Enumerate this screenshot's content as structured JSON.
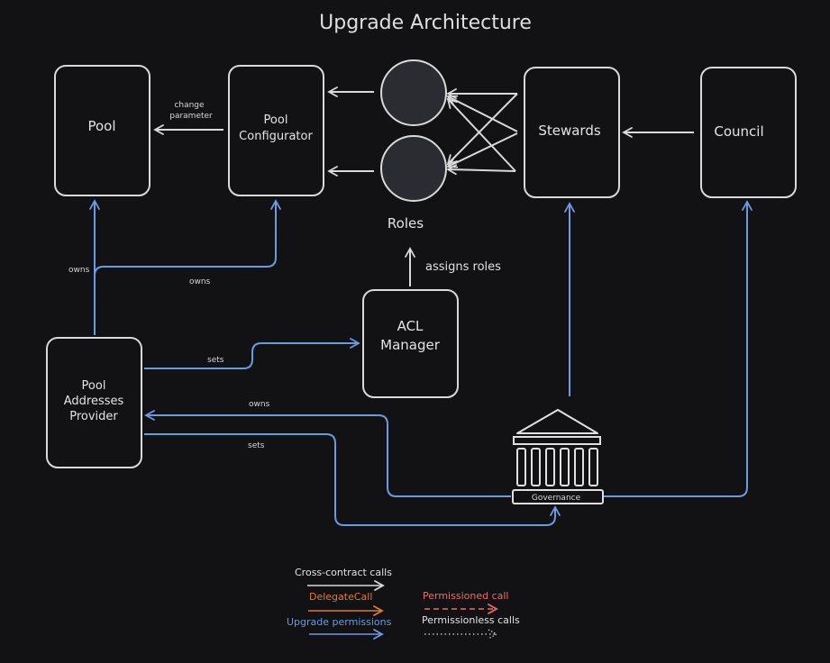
{
  "title": "Upgrade Architecture",
  "nodes": {
    "pool": "Pool",
    "pool_configurator_line1": "Pool",
    "pool_configurator_line2": "Configurator",
    "stewards": "Stewards",
    "council": "Council",
    "roles": "Roles",
    "acl_manager_line1": "ACL",
    "acl_manager_line2": "Manager",
    "pool_addresses_provider_line1": "Pool",
    "pool_addresses_provider_line2": "Addresses",
    "pool_addresses_provider_line3": "Provider",
    "governance": "Governance"
  },
  "edges": {
    "change_parameter_line1": "change",
    "change_parameter_line2": "parameter",
    "owns_pool": "owns",
    "owns_configurator": "owns",
    "sets_acl": "sets",
    "owns_provider": "owns",
    "sets_governance": "sets",
    "assigns_roles": "assigns roles"
  },
  "legend": {
    "cross_contract": "Cross-contract calls",
    "delegate_call": "DelegateCall",
    "upgrade_permissions": "Upgrade permissions",
    "permissioned_call": "Permissioned call",
    "permissionless_calls": "Permissionless calls"
  },
  "colors": {
    "background": "#121214",
    "white_line": "#d9d9d9",
    "blue_line": "#6a9ae0",
    "orange": "#e07b2e",
    "red": "#f06a6a",
    "circle_fill": "#2a2c31"
  }
}
